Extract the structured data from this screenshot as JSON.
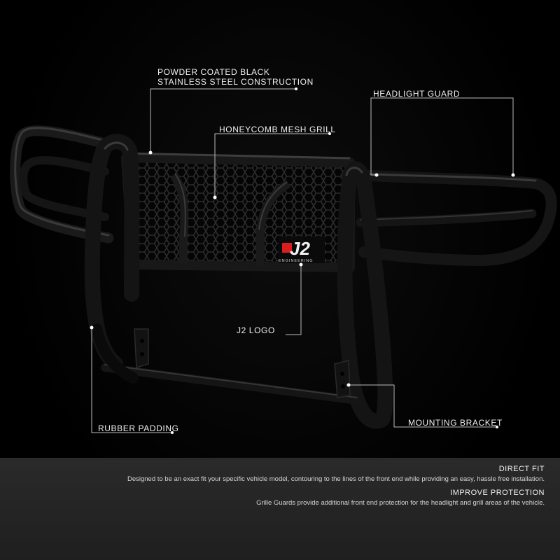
{
  "callouts": {
    "powder_line1": "POWDER COATED BLACK",
    "powder_line2": "STAINLESS STEEL CONSTRUCTION",
    "headlight": "HEADLIGHT GUARD",
    "honeycomb": "HONEYCOMB MESH GRILL",
    "j2_logo": "J2 LOGO",
    "rubber": "RUBBER PADDING",
    "mounting": "MOUNTING BRACKET"
  },
  "logo": {
    "text": "J2",
    "subtext": "ENGINEERING"
  },
  "features": [
    {
      "title": "DIRECT FIT",
      "description": "Designed to be an exact fit your specific vehicle model, contouring to the lines of the front end while providing an easy, hassle free installation."
    },
    {
      "title": "IMPROVE PROTECTION",
      "description": "Grille Guards provide additional front end protection for the headlight and grill areas of the vehicle."
    }
  ],
  "colors": {
    "background": "#000000",
    "metal": "#111111",
    "highlight": "#3a3a3a",
    "logo_red": "#d81e1e",
    "panel": "#262626"
  }
}
